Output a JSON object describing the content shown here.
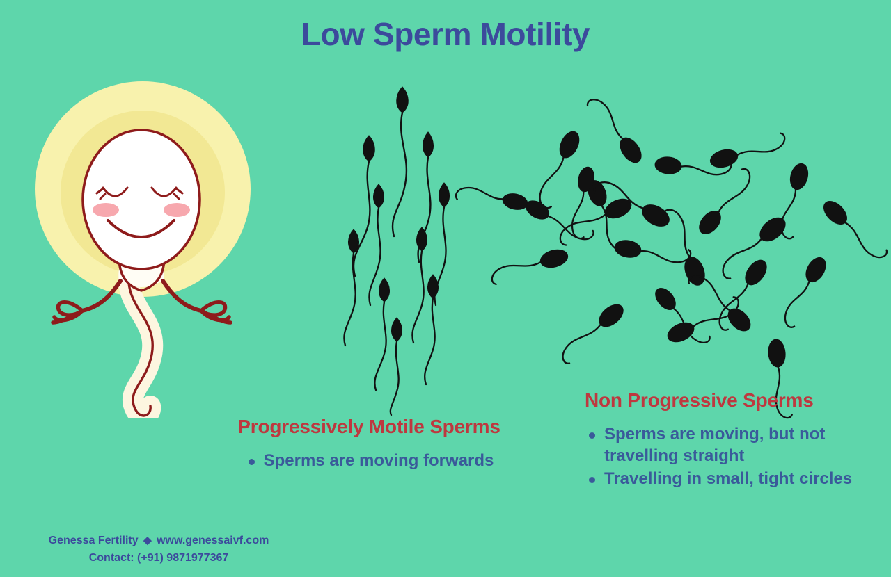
{
  "poster": {
    "title": "Low Sperm Motility",
    "background_color": "#5ed6ab",
    "title_color": "#3c4a9c",
    "heading_color": "#be383f",
    "body_text_color": "#3a5a9a"
  },
  "mascot": {
    "name": "smiling-sperm-character",
    "halo_outer_color": "#f8f2ad",
    "halo_inner_color": "#f2e894",
    "body_color": "#ffffff",
    "tail_color": "#fdf6e0",
    "outline_color": "#8e1b1b",
    "cheek_color": "#f7a8ae",
    "expression": "eyes closed, smiling"
  },
  "sections": [
    {
      "id": "progressive",
      "heading": "Progressively Motile Sperms",
      "bullets": [
        "Sperms are moving forwards"
      ],
      "illustration": "sperms-swimming-upward-in-same-direction"
    },
    {
      "id": "non-progressive",
      "heading": "Non Progressive Sperms",
      "bullets": [
        "Sperms are moving, but not travelling straight",
        "Travelling in small, tight circles"
      ],
      "illustration": "sperms-scattered-in-random-directions"
    }
  ],
  "footer": {
    "brand": "Genessa Fertility",
    "separator": "◆",
    "website": "www.genessaivf.com",
    "contact": "Contact: (+91) 9871977367"
  }
}
